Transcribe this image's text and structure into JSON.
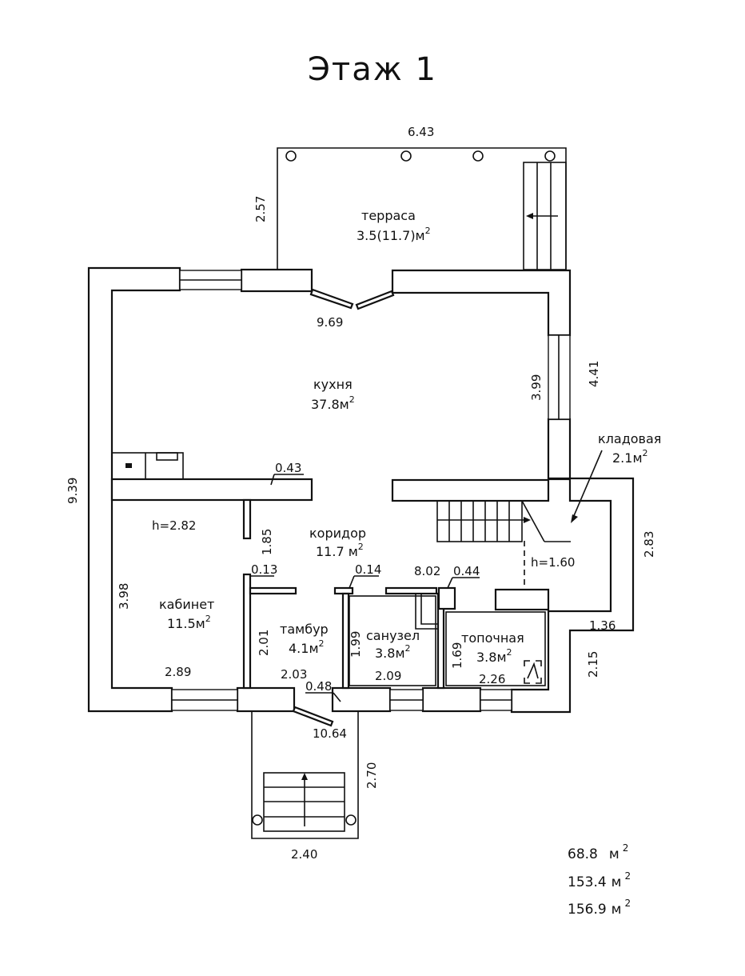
{
  "title": "Этаж 1",
  "rooms": {
    "terrace": {
      "name": "терраса",
      "area": "3.5(11.7)м"
    },
    "kitchen": {
      "name": "кухня",
      "area": "37.8м"
    },
    "storage": {
      "name": "кладовая",
      "area": "2.1м"
    },
    "corridor": {
      "name": "коридор",
      "area": "11.7 м"
    },
    "study": {
      "name": "кабинет",
      "area": "11.5м"
    },
    "vestibule": {
      "name": "тамбур",
      "area": "4.1м"
    },
    "bathroom": {
      "name": "санузел",
      "area": "3.8м"
    },
    "boiler": {
      "name": "топочная",
      "area": "3.8м"
    }
  },
  "sup2": "2",
  "heights": {
    "main": "h=2.82",
    "stair": "h=1.60"
  },
  "dims": {
    "d643": "6.43",
    "d257": "2.57",
    "d969": "9.69",
    "d399": "3.99",
    "d441": "4.41",
    "d939": "9.39",
    "d043": "0.43",
    "d185": "1.85",
    "d283": "2.83",
    "d013": "0.13",
    "d014": "0.14",
    "d802": "8.02",
    "d044": "0.44",
    "d398": "3.98",
    "d201": "2.01",
    "d199": "1.99",
    "d169": "1.69",
    "d136": "1.36",
    "d215": "2.15",
    "d289": "2.89",
    "d203": "2.03",
    "d048": "0.48",
    "d209": "2.09",
    "d226": "2.26",
    "d1064": "10.64",
    "d270": "2.70",
    "d240": "2.40"
  },
  "totals": {
    "t1": "68.8",
    "t2": "153.4",
    "t3": "156.9",
    "unit": "м"
  }
}
